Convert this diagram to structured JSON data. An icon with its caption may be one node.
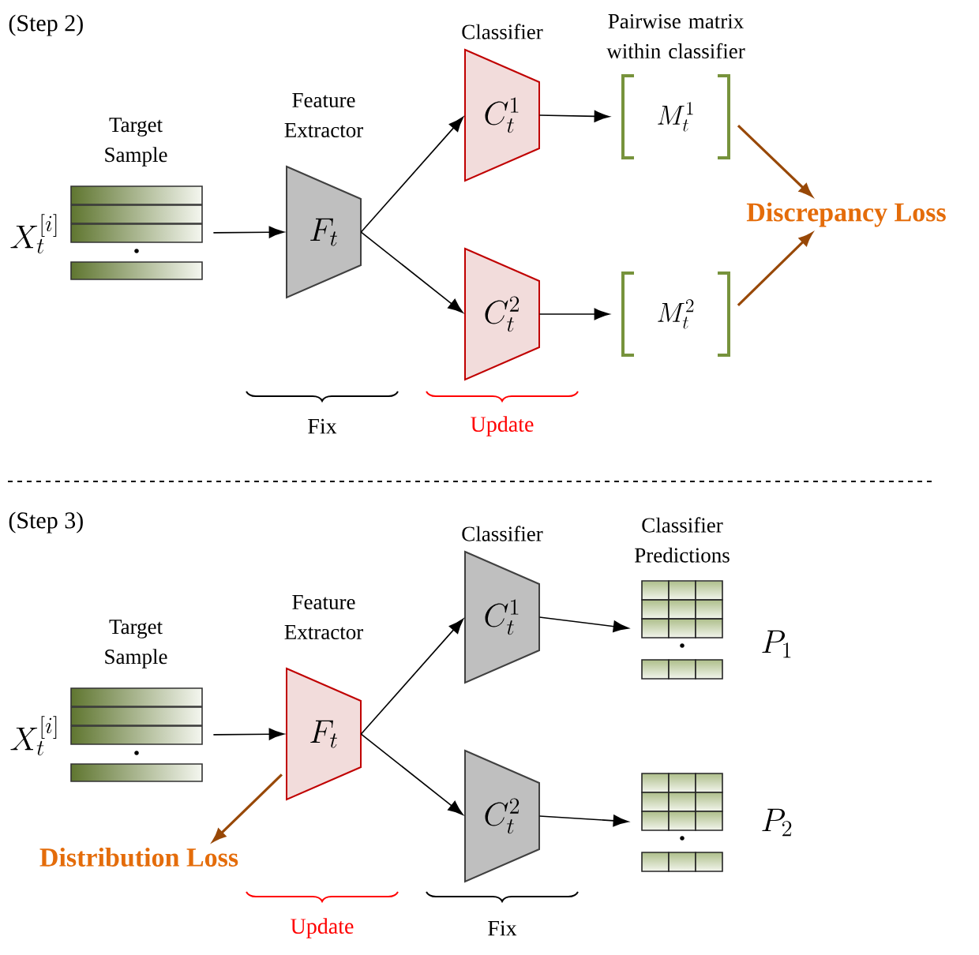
{
  "diagram": {
    "nodes": [
      {
        "text": [
          "Target Sample"
        ],
        "beside": [
          "X_t^{[i]}"
        ]
      },
      {
        "text": [
          "Feature Extractor",
          "F_t"
        ]
      },
      {
        "text": [
          "Classifier",
          "C_t^1"
        ]
      },
      {
        "text": [
          "C_t^2"
        ]
      },
      {
        "text": [
          "Pairwise matrix within classifier",
          "M_t^1"
        ]
      },
      {
        "text": [
          "M_t^2"
        ]
      },
      {
        "text": [
          "Discrepancy Loss"
        ]
      },
      {
        "text": [
          "Target Sample"
        ],
        "beside": [
          "X_t^{[i]}"
        ]
      },
      {
        "text": [
          "Feature Extractor",
          "F_t"
        ]
      },
      {
        "text": [
          "Classifier",
          "C_t^1"
        ]
      },
      {
        "text": [
          "C_t^2"
        ]
      },
      {
        "text": [
          "Classifier Predictions"
        ],
        "beside": [
          "P_1"
        ]
      },
      {
        "text": [],
        "shape": "box",
        "beside": [
          "P_2"
        ]
      },
      {
        "text": [
          "Distribution Loss"
        ]
      }
    ],
    "edges": [
      {
        "from": 0,
        "to": 1,
        "arrow": "to"
      },
      {
        "from": 1,
        "to": 2,
        "arrow": "to"
      },
      {
        "from": 1,
        "to": 3,
        "arrow": "to"
      },
      {
        "from": 2,
        "to": 4,
        "arrow": "to"
      },
      {
        "from": 3,
        "to": 5,
        "arrow": "to"
      },
      {
        "from": 4,
        "to": 6,
        "arrow": "to",
        "color": "#984807"
      },
      {
        "from": 5,
        "to": 6,
        "arrow": "to",
        "color": "#984807"
      },
      {
        "from": 7,
        "to": 8,
        "arrow": "to"
      },
      {
        "from": 8,
        "to": 9,
        "arrow": "to"
      },
      {
        "from": 8,
        "to": 10,
        "arrow": "to"
      },
      {
        "from": 9,
        "to": 11,
        "arrow": "to"
      },
      {
        "from": 10,
        "to": 12,
        "arrow": "to"
      },
      {
        "from": 8,
        "to": 13,
        "arrow": "to",
        "color": "#984807"
      }
    ],
    "labels": [
      "(Step 2)",
      "Fix",
      "Update",
      "(Step 3)",
      "Update",
      "Fix"
    ]
  }
}
